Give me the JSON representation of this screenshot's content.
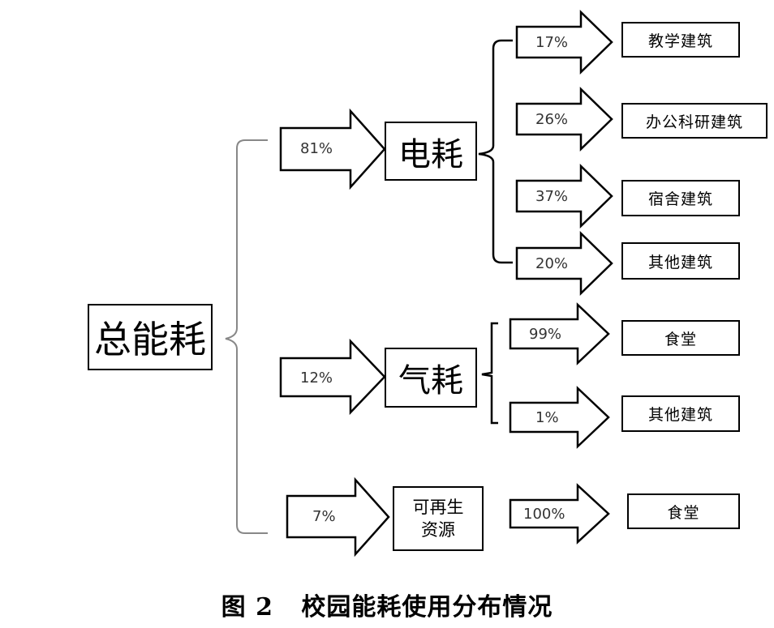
{
  "root": {
    "label": "总能耗"
  },
  "branches": [
    {
      "percent": "81%",
      "label": "电耗",
      "children": [
        {
          "percent": "17%",
          "label": "教学建筑"
        },
        {
          "percent": "26%",
          "label": "办公科研建筑"
        },
        {
          "percent": "37%",
          "label": "宿舍建筑"
        },
        {
          "percent": "20%",
          "label": "其他建筑"
        }
      ]
    },
    {
      "percent": "12%",
      "label": "气耗",
      "children": [
        {
          "percent": "99%",
          "label": "食堂"
        },
        {
          "percent": "1%",
          "label": "其他建筑"
        }
      ]
    },
    {
      "percent": "7%",
      "label_line1": "可再生",
      "label_line2": "资源",
      "children": [
        {
          "percent": "100%",
          "label": "食堂"
        }
      ]
    }
  ],
  "caption": "图 2   校园能耗使用分布情况"
}
